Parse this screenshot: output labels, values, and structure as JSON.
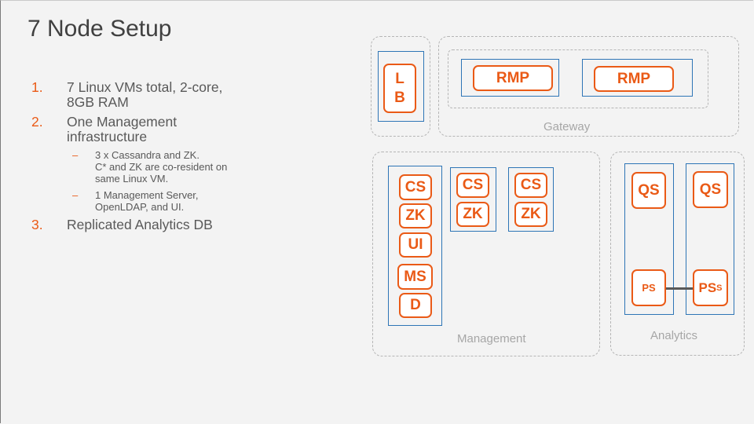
{
  "slide": {
    "title": "7 Node Setup",
    "bullets": [
      {
        "number": "1.",
        "lines": [
          "7 Linux VMs total, 2-core,",
          "8GB RAM"
        ]
      },
      {
        "number": "2.",
        "lines": [
          "One Management",
          "infrastructure"
        ]
      },
      {
        "number": "3.",
        "lines": [
          "Replicated Analytics DB"
        ]
      }
    ],
    "subbullets": [
      {
        "dash": "–",
        "lines": [
          "3 x Cassandra and ZK.",
          "C* and ZK are co-resident on",
          "same Linux VM."
        ]
      },
      {
        "dash": "–",
        "lines": [
          "1 Management Server,",
          "OpenLDAP, and UI."
        ]
      }
    ]
  },
  "diagram": {
    "zones": {
      "gateway": "Gateway",
      "management": "Management",
      "analytics": "Analytics"
    },
    "services": {
      "lb_line1": "L",
      "lb_line2": "B",
      "rmp": "RMP",
      "cs": "CS",
      "zk": "ZK",
      "ui": "UI",
      "ms": "MS",
      "d": "D",
      "qs": "QS",
      "ps": "PS",
      "ps_sub": "S"
    },
    "colors": {
      "service_border": "#ea5a16",
      "vm_border": "#2e75b6",
      "zone_border": "#b5b5b5"
    }
  }
}
